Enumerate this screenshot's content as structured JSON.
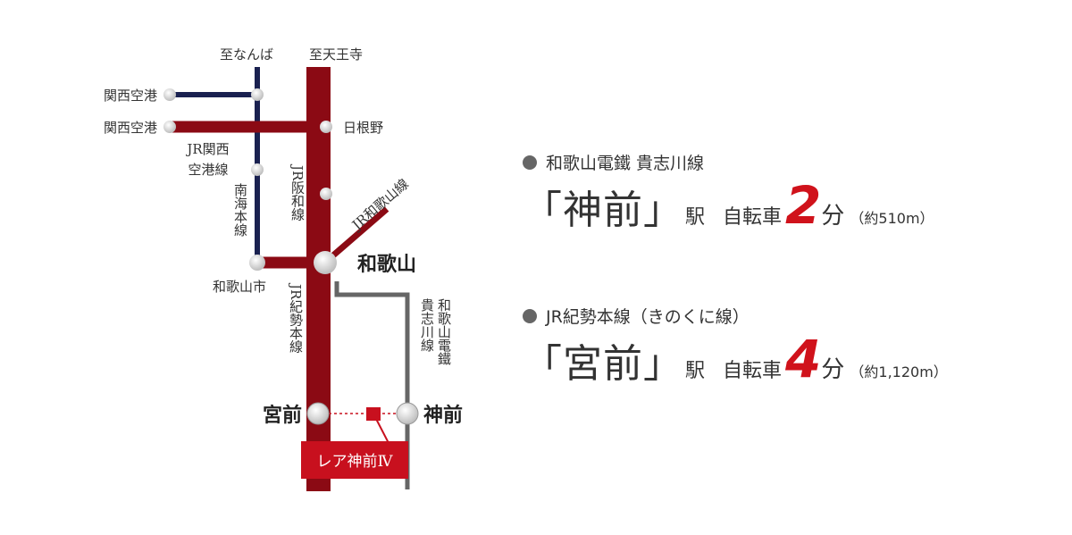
{
  "map": {
    "labels": {
      "namba": "至なんば",
      "tennoji": "至天王寺",
      "kansai_airport_1": "関西空港",
      "kansai_airport_2": "関西空港",
      "hineno": "日根野",
      "jr_kansai_airport_line": [
        "JR関西",
        "空港線"
      ],
      "nankai_main_line": "南海本線",
      "jr_hanwa_line": "JR阪和線",
      "jr_wakayama_line": "JR和歌山線",
      "wakayama": "和歌山",
      "wakayamashi": "和歌山市",
      "jr_kisei_line": "JR紀勢本線",
      "kishigawa_line": [
        "和歌山電鐵",
        "貴志川線"
      ],
      "miyamae": "宮前",
      "kozaki": "神前",
      "property": "レア神前Ⅳ"
    },
    "colors": {
      "jr_line": "#8b0a14",
      "nankai_line": "#1a2150",
      "kishigawa_line": "#666666",
      "property": "#c8101e"
    }
  },
  "info": [
    {
      "line": "和歌山電鐵 貴志川線",
      "station": "「神前」",
      "eki": "駅",
      "mode": "自転車",
      "minutes": "2",
      "unit": "分",
      "distance": "（約510m）"
    },
    {
      "line": "JR紀勢本線（きのくに線）",
      "station": "「宮前」",
      "eki": "駅",
      "mode": "自転車",
      "minutes": "4",
      "unit": "分",
      "distance": "（約1,120m）"
    }
  ]
}
